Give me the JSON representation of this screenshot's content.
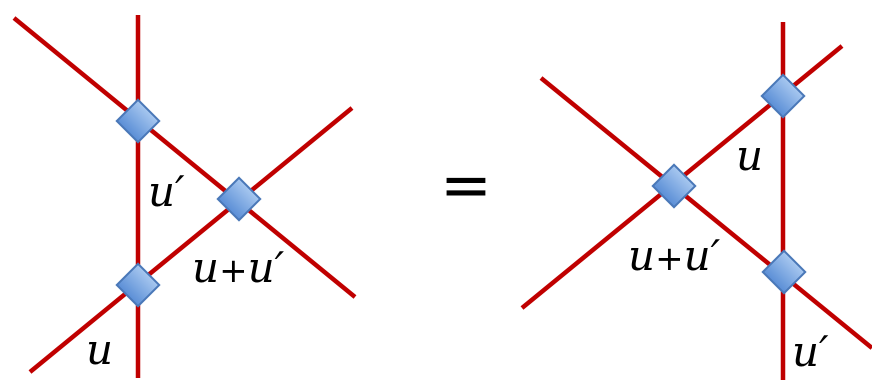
{
  "equation": {
    "sign": "="
  },
  "left_diagram": {
    "labels": {
      "u_prime": "u′",
      "u_plus_u_prime_a": "u",
      "u_plus_u_prime_op": "+",
      "u_plus_u_prime_b": "u′",
      "u": "u"
    }
  },
  "right_diagram": {
    "labels": {
      "u": "u",
      "u_plus_u_prime_a": "u",
      "u_plus_u_prime_op": "+",
      "u_plus_u_prime_b": "u′",
      "u_prime": "u′"
    }
  },
  "colors": {
    "line": "#c00000",
    "vertex_top": "#a8c8f0",
    "vertex_bottom": "#5a8ed6",
    "vertex_stroke": "#4a78b8"
  }
}
